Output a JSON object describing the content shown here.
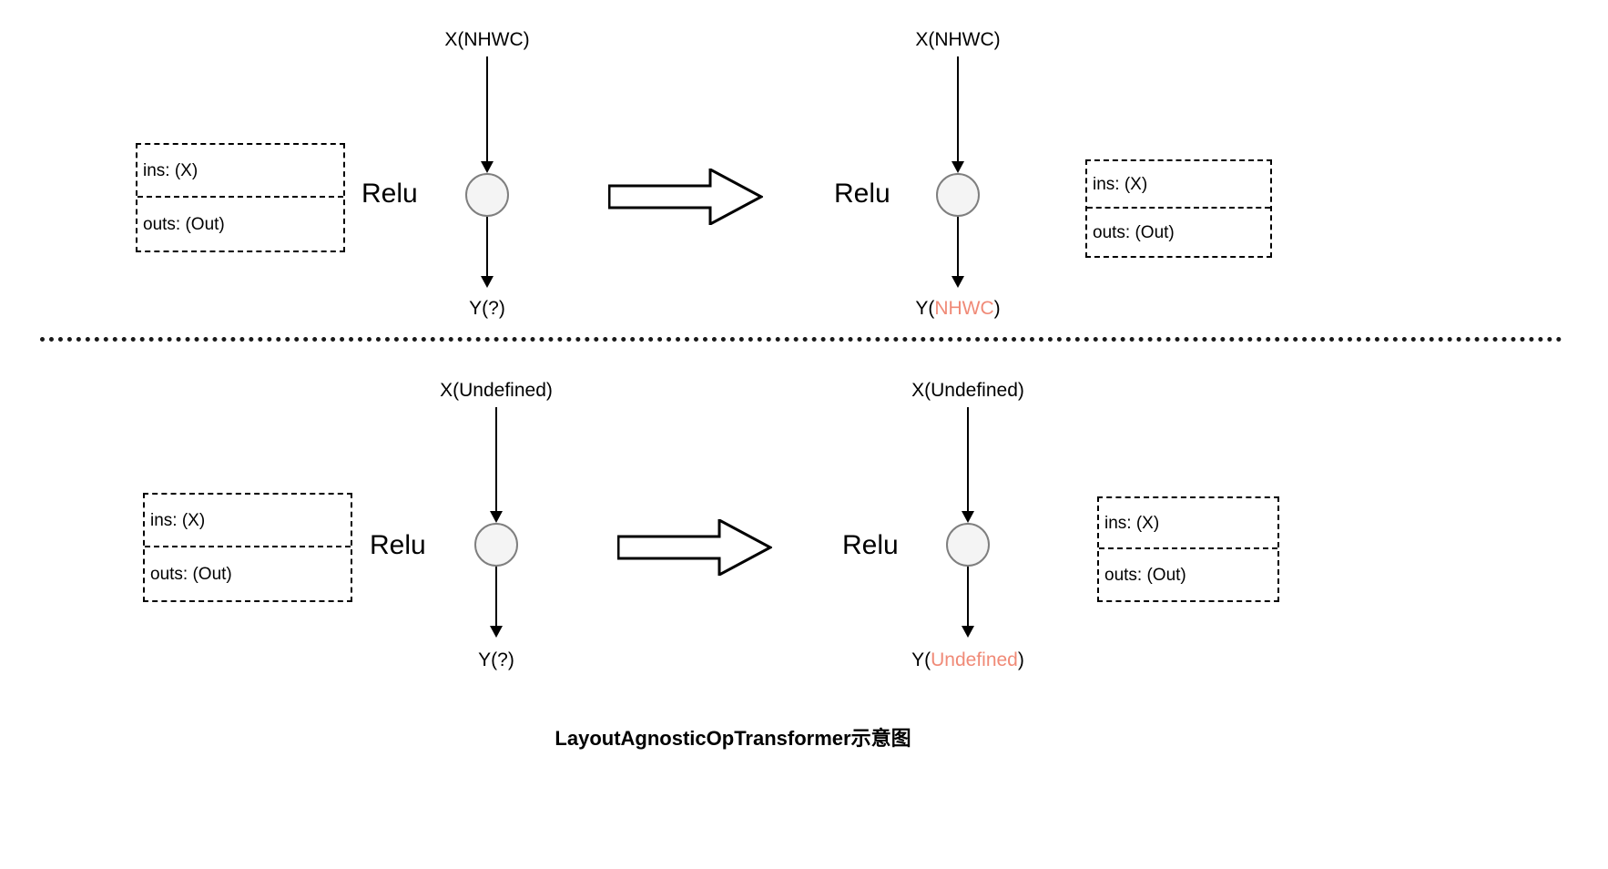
{
  "caption": "LayoutAgnosticOpTransformer示意图",
  "colors": {
    "inferred_layout": "#f08a77",
    "node_fill": "#f4f4f4",
    "node_stroke": "#7f7f7f",
    "line": "#000000",
    "background": "#ffffff"
  },
  "signature_box": {
    "ins_label": "ins: (X)",
    "outs_label": "outs: (Out)"
  },
  "transform_arrow": {
    "name": "transform-arrow"
  },
  "rows": [
    {
      "id": "row-nhwc",
      "before": {
        "op_name": "Relu",
        "input_label": "X(NHWC)",
        "output_prefix": "Y(",
        "output_token": "?",
        "output_suffix": ")",
        "token_inferred": false
      },
      "after": {
        "op_name": "Relu",
        "input_label": "X(NHWC)",
        "output_prefix": "Y(",
        "output_token": "NHWC",
        "output_suffix": ")",
        "token_inferred": true
      }
    },
    {
      "id": "row-undefined",
      "before": {
        "op_name": "Relu",
        "input_label": "X(Undefined)",
        "output_prefix": "Y(",
        "output_token": "?",
        "output_suffix": ")",
        "token_inferred": false
      },
      "after": {
        "op_name": "Relu",
        "input_label": "X(Undefined)",
        "output_prefix": "Y(",
        "output_token": "Undefined",
        "output_suffix": ")",
        "token_inferred": true
      }
    }
  ]
}
